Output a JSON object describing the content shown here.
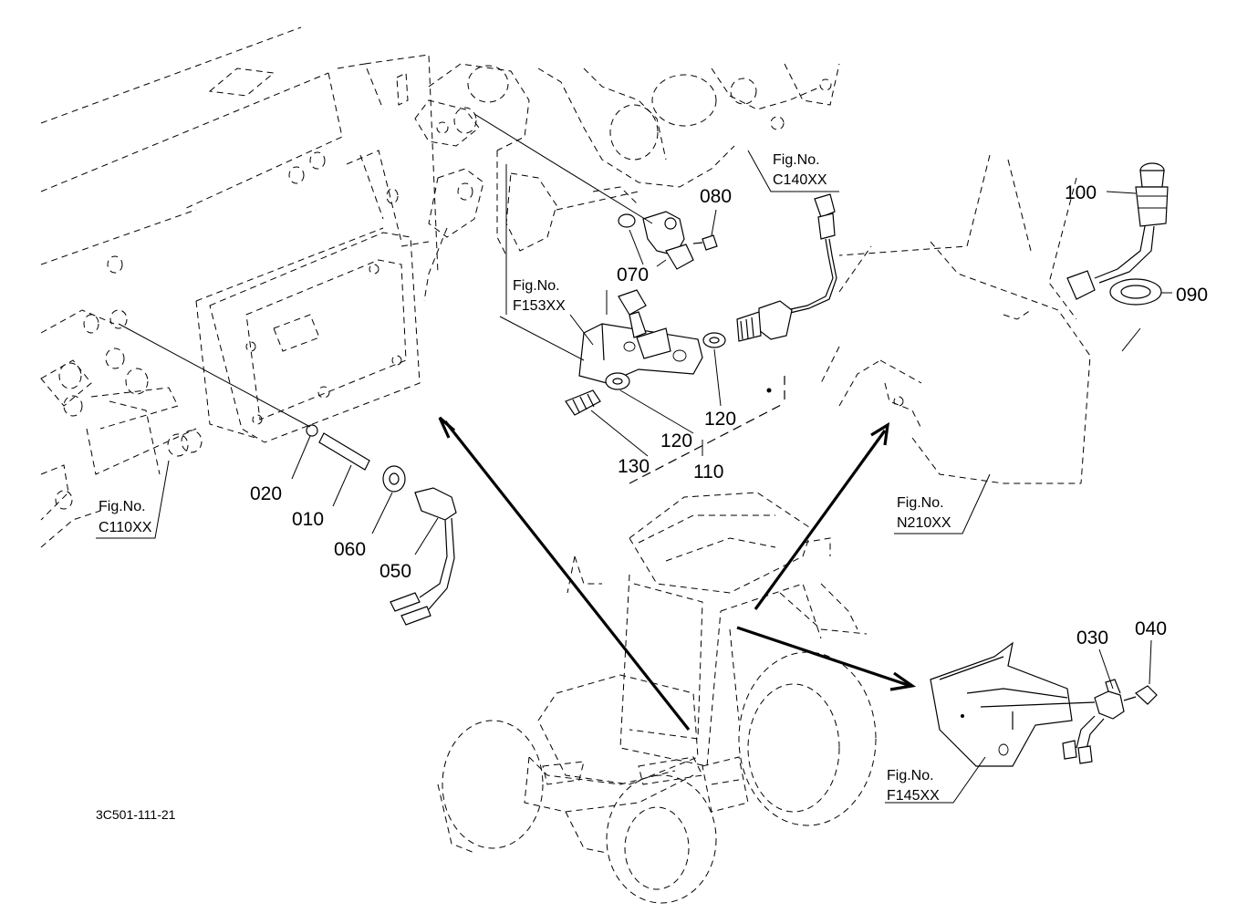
{
  "labels": {
    "p010": "010",
    "p020": "020",
    "p030": "030",
    "p040": "040",
    "p050": "050",
    "p060": "060",
    "p070": "070",
    "p080": "080",
    "p090": "090",
    "p100": "100",
    "p110": "110",
    "p120a": "120",
    "p120b": "120",
    "p130": "130"
  },
  "figs": {
    "c140": {
      "title": "Fig.No.",
      "code": "C140XX"
    },
    "f153": {
      "title": "Fig.No.",
      "code": "F153XX"
    },
    "c110": {
      "title": "Fig.No.",
      "code": "C110XX"
    },
    "n210": {
      "title": "Fig.No.",
      "code": "N210XX"
    },
    "f145": {
      "title": "Fig.No.",
      "code": "F145XX"
    }
  },
  "drawing_code": "3C501-111-21"
}
